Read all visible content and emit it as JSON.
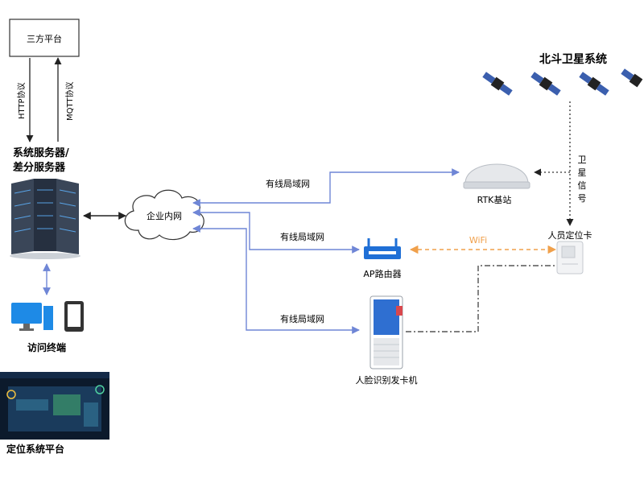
{
  "nodes": {
    "third_party": "三方平台",
    "server_line1": "系统服务器/",
    "server_line2": "差分服务器",
    "intranet": "企业内网",
    "terminal": "访问终端",
    "platform": "定位系统平台",
    "rtk": "RTK基站",
    "router": "AP路由器",
    "face_kiosk": "人脸识别发卡机",
    "card": "人员定位卡",
    "beidou": "北斗卫星系统"
  },
  "links": {
    "http": "HTTP协议",
    "mqtt": "MQTT协议",
    "wired1": "有线局域网",
    "wired2": "有线局域网",
    "wired3": "有线局域网",
    "wifi": "WiFi",
    "sat_signal": [
      "卫",
      "星",
      "信",
      "号"
    ]
  },
  "colors": {
    "link_blue": "#6f86d6",
    "wifi_orange": "#f0a04b",
    "server_dark": "#2a3444"
  }
}
